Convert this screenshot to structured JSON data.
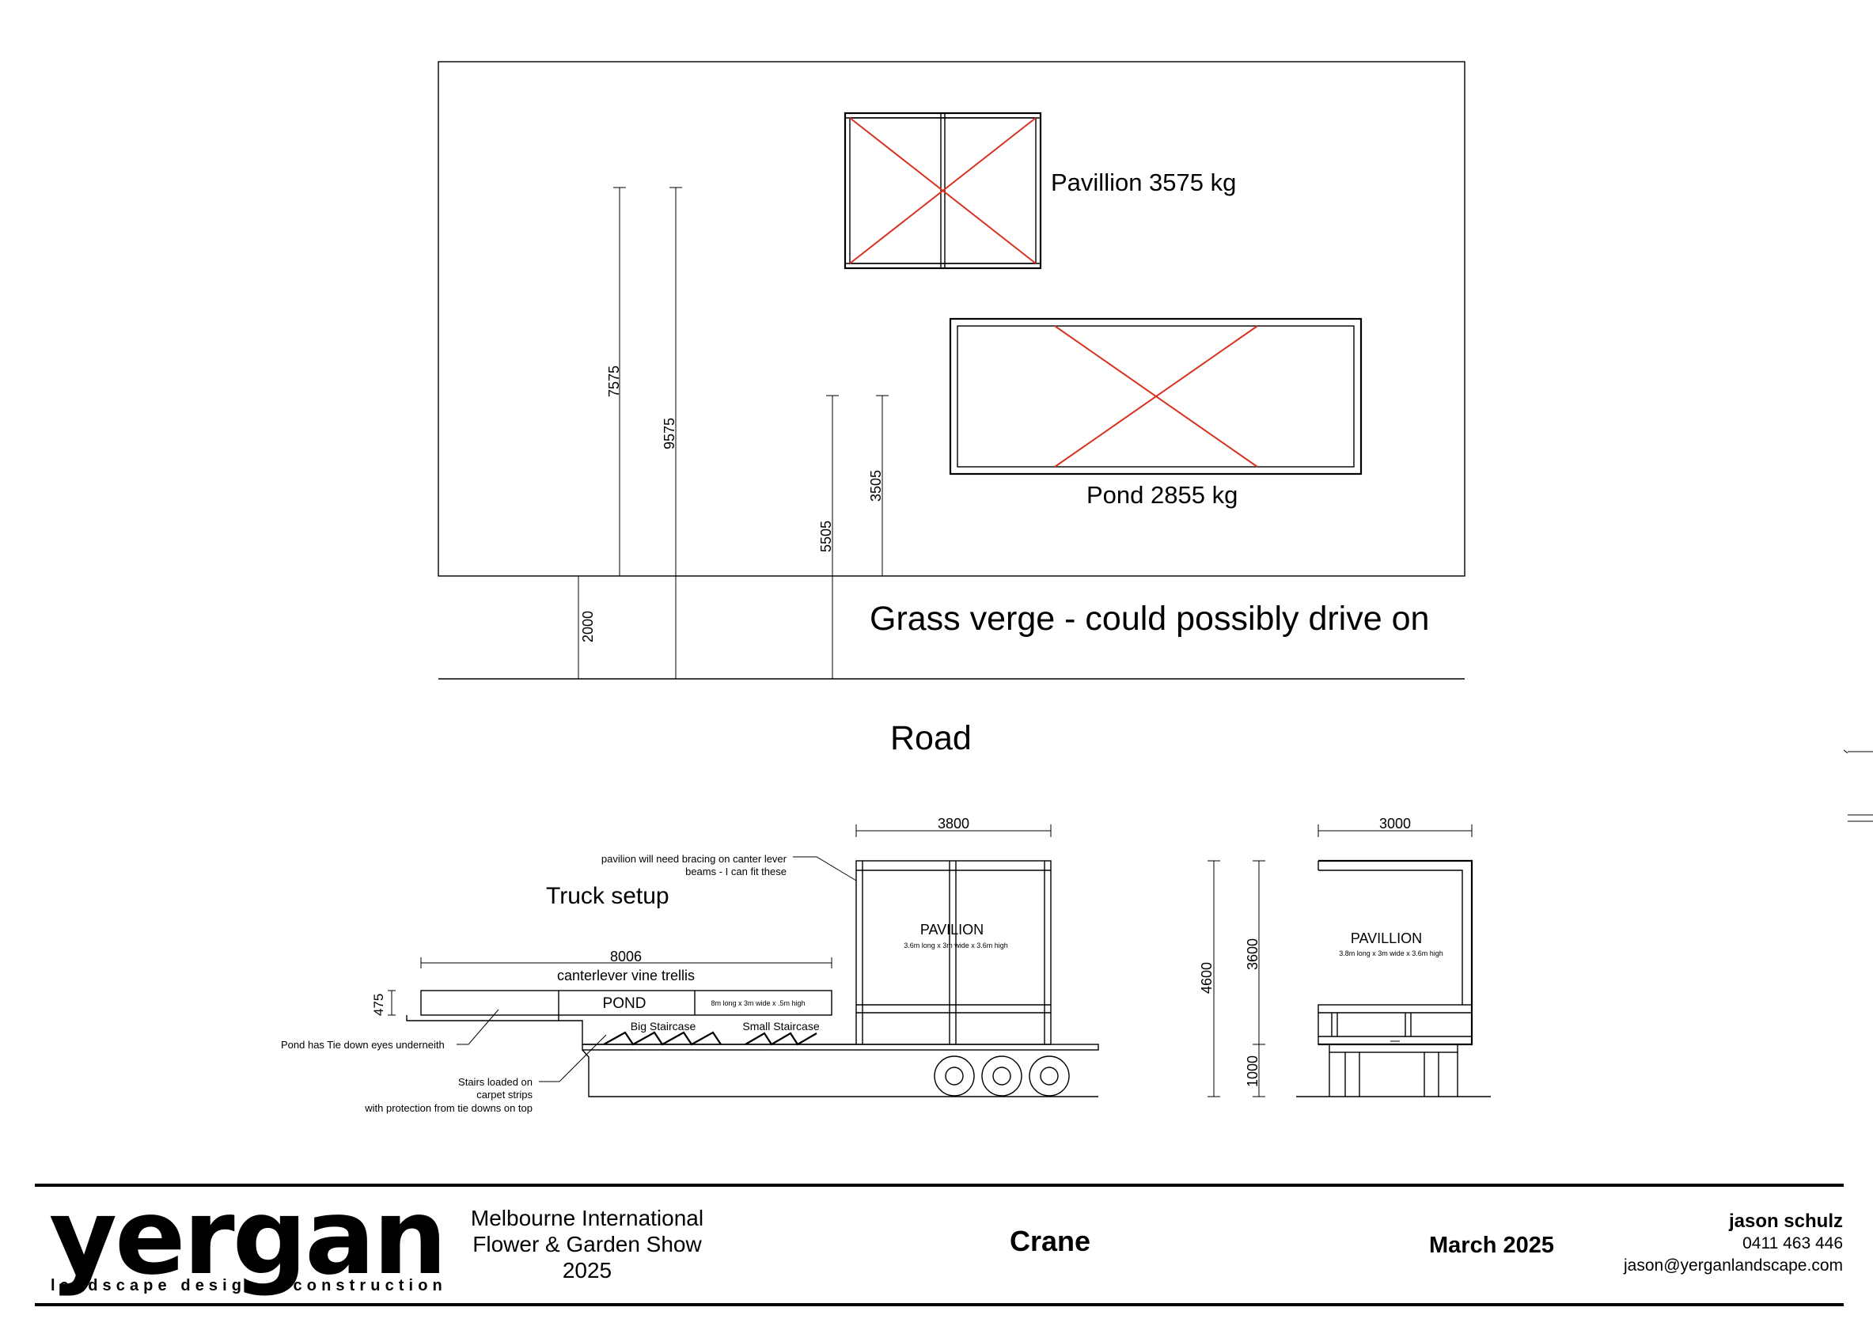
{
  "site_plan": {
    "pavilion_label": "Pavillion 3575 kg",
    "pond_label": "Pond 2855 kg",
    "verge_label": "Grass verge - could possibly drive on",
    "road_label": "Road",
    "dims": {
      "d7575": "7575",
      "d9575": "9575",
      "d5505": "5505",
      "d3505": "3505",
      "d2000": "2000"
    }
  },
  "truck_setup": {
    "title": "Truck setup",
    "bracing_note_1": "pavilion will need bracing on canter lever",
    "bracing_note_2": "beams - I can fit these",
    "dim_3800": "3800",
    "dim_8006": "8006",
    "trellis_label": "canterlever vine trellis",
    "dim_475": "475",
    "pond_box": "POND",
    "pond_size": "8m long x 3m wide x .5m high",
    "pavilion_box": "PAVILION",
    "pavilion_size": "3.6m long x 3m wide x 3.6m high",
    "big_staircase": "Big Staircase",
    "small_staircase": "Small Staircase",
    "pond_note": "Pond has Tie down eyes underneith",
    "stairs_note_1": "Stairs loaded on",
    "stairs_note_2": "carpet strips",
    "stairs_note_3": "with protection from tie downs on top"
  },
  "end_view": {
    "dim_3000": "3000",
    "dim_4600": "4600",
    "dim_3600": "3600",
    "dim_1000": "1000",
    "pavilion_box": "PAVILLION",
    "pavilion_size": "3.8m long x 3m wide x 3.6m high"
  },
  "title_block": {
    "logo": "yergan",
    "tagline": "landscape design + construction",
    "show_line_1": "Melbourne International",
    "show_line_2": "Flower & Garden Show",
    "show_line_3": "2025",
    "sheet_title": "Crane",
    "date": "March 2025",
    "contact_name": "jason schulz",
    "contact_phone": "0411 463 446",
    "contact_email": "jason@yerganlandscape.com"
  },
  "colors": {
    "ink": "#000000",
    "cross_marks": "#d9331f",
    "paper": "#ffffff"
  }
}
